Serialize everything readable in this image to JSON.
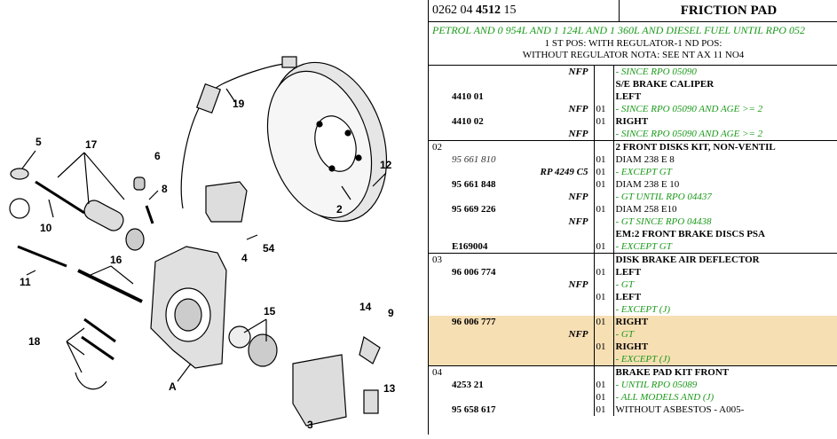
{
  "header": {
    "ref_prefix": "0262 04",
    "ref_bold": "4512",
    "ref_suffix": "15",
    "title": "FRICTION PAD"
  },
  "description": {
    "line1": "PETROL AND 0 954L AND 1 124L AND 1 360L AND DIESEL FUEL UNTIL RPO 052",
    "line2": "1 ST POS: WITH REGULATOR-1 ND POS:",
    "line3": "WITHOUT REGULATOR NOTA: SEE NT AX 11 NO4"
  },
  "diagram": {
    "callouts": [
      "5",
      "17",
      "6",
      "8",
      "19",
      "12",
      "2",
      "10",
      "4",
      "54",
      "11",
      "16",
      "14",
      "9",
      "15",
      "18",
      "A",
      "13",
      "3"
    ]
  },
  "rows": [
    {
      "idx": "",
      "pn": "",
      "nfp": "NFP",
      "q": "",
      "desc": "- SINCE RPO 05090",
      "style": "g"
    },
    {
      "idx": "",
      "pn": "",
      "nfp": "",
      "q": "",
      "desc": "S/E BRAKE CALIPER",
      "style": "b"
    },
    {
      "idx": "",
      "pn": "4410 01",
      "nfp": "",
      "q": "",
      "desc": "LEFT",
      "style": "b"
    },
    {
      "idx": "",
      "pn": "",
      "nfp": "NFP",
      "q": "01",
      "desc": "- SINCE RPO 05090 AND AGE >= 2",
      "style": "g"
    },
    {
      "idx": "",
      "pn": "4410 02",
      "nfp": "",
      "q": "01",
      "desc": "RIGHT",
      "style": "b"
    },
    {
      "idx": "",
      "pn": "",
      "nfp": "NFP",
      "q": "",
      "desc": "- SINCE RPO 05090 AND AGE >= 2",
      "style": "g"
    },
    {
      "idx": "02",
      "pn": "",
      "nfp": "",
      "q": "",
      "desc": "2 FRONT DISKS KIT, NON-VENTIL",
      "style": "b",
      "grp": true
    },
    {
      "idx": "",
      "pn": "95 661 810",
      "pn_it": true,
      "nfp": "",
      "q": "01",
      "desc": "DIAM 238 E 8",
      "style": ""
    },
    {
      "idx": "",
      "pn": "",
      "nfp": "RP 4249 C5",
      "q": "01",
      "desc": "- EXCEPT GT",
      "style": "g"
    },
    {
      "idx": "",
      "pn": "95 661 848",
      "nfp": "",
      "q": "01",
      "desc": "DIAM 238 E 10",
      "style": ""
    },
    {
      "idx": "",
      "pn": "",
      "nfp": "NFP",
      "q": "",
      "desc": "- GT UNTIL RPO 04437",
      "style": "g"
    },
    {
      "idx": "",
      "pn": "95 669 226",
      "nfp": "",
      "q": "01",
      "desc": "DIAM 258 E10",
      "style": ""
    },
    {
      "idx": "",
      "pn": "",
      "nfp": "NFP",
      "q": "",
      "desc": "- GT SINCE RPO 04438",
      "style": "g"
    },
    {
      "idx": "",
      "pn": "",
      "nfp": "",
      "q": "",
      "desc": "EM:2 FRONT BRAKE DISCS PSA",
      "style": "b"
    },
    {
      "idx": "",
      "pn": "E169004",
      "nfp": "",
      "q": "01",
      "desc": "- EXCEPT GT",
      "style": "g"
    },
    {
      "idx": "03",
      "pn": "",
      "nfp": "",
      "q": "",
      "desc": "DISK BRAKE AIR DEFLECTOR",
      "style": "b",
      "grp": true
    },
    {
      "idx": "",
      "pn": "96 006 774",
      "nfp": "",
      "q": "01",
      "desc": "LEFT",
      "style": "b"
    },
    {
      "idx": "",
      "pn": "",
      "nfp": "NFP",
      "q": "",
      "desc": "- GT",
      "style": "g"
    },
    {
      "idx": "",
      "pn": "",
      "nfp": "",
      "q": "01",
      "desc": "LEFT",
      "style": "b"
    },
    {
      "idx": "",
      "pn": "",
      "nfp": "",
      "q": "",
      "desc": "- EXCEPT (J)",
      "style": "g"
    },
    {
      "idx": "",
      "pn": "96 006 777",
      "nfp": "",
      "q": "01",
      "desc": "RIGHT",
      "style": "b",
      "hl": true
    },
    {
      "idx": "",
      "pn": "",
      "nfp": "NFP",
      "q": "",
      "desc": "- GT",
      "style": "g",
      "hl": true
    },
    {
      "idx": "",
      "pn": "",
      "nfp": "",
      "q": "01",
      "desc": "RIGHT",
      "style": "b",
      "hl": true
    },
    {
      "idx": "",
      "pn": "",
      "nfp": "",
      "q": "",
      "desc": "- EXCEPT (J)",
      "style": "g",
      "hl": true
    },
    {
      "idx": "04",
      "pn": "",
      "nfp": "",
      "q": "",
      "desc": "BRAKE PAD KIT FRONT",
      "style": "b",
      "grp": true
    },
    {
      "idx": "",
      "pn": "4253 21",
      "nfp": "",
      "q": "01",
      "desc": "- UNTIL RPO 05089",
      "style": "g"
    },
    {
      "idx": "",
      "pn": "",
      "nfp": "",
      "q": "01",
      "desc": "- ALL MODELS AND (J)",
      "style": "g"
    },
    {
      "idx": "",
      "pn": "95 658 617",
      "nfp": "",
      "q": "01",
      "desc": "WITHOUT ASBESTOS - A005-",
      "style": ""
    }
  ]
}
